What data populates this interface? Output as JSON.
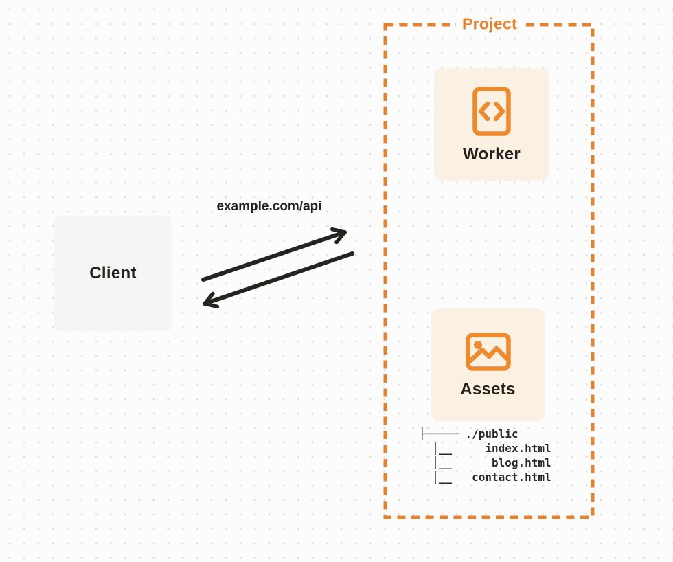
{
  "colors": {
    "accent_orange": "#E8812B",
    "card_cream": "#FBF1E3",
    "client_gray": "#F5F5F4",
    "ink": "#23211D",
    "arrow_dark": "#262420",
    "page_background": "#FCFCFC",
    "dot_grid": "#E2E2E2"
  },
  "client": {
    "label": "Client"
  },
  "request": {
    "label": "example.com/api"
  },
  "project": {
    "label": "Project",
    "worker": {
      "label": "Worker",
      "icon": "code-document-icon"
    },
    "assets": {
      "label": "Assets",
      "icon": "image-icon"
    },
    "file_tree": {
      "lines": [
        "├───── ./public",
        "  │__     index.html",
        "  │__      blog.html",
        "  │__   contact.html"
      ]
    }
  }
}
